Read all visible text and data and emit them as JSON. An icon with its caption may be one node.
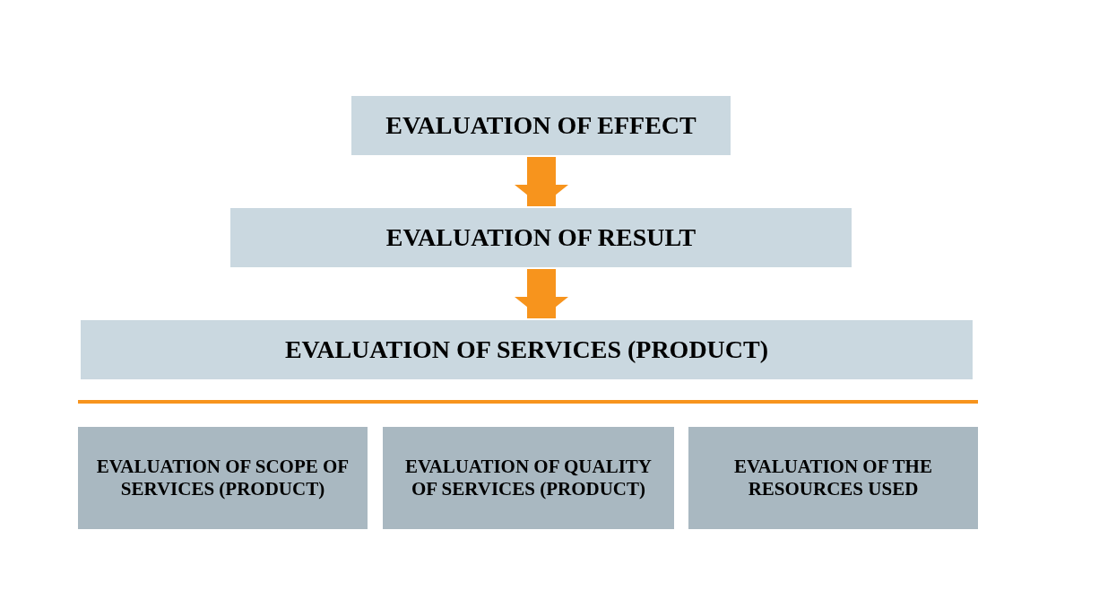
{
  "diagram": {
    "nodes": [
      {
        "text": [
          "EVALUATION OF EFFECT"
        ]
      },
      {
        "text": [
          "EVALUATION OF RESULT"
        ]
      },
      {
        "text": [
          "EVALUATION OF SERVICES (PRODUCT)"
        ]
      },
      {
        "text": [
          "EVALUATION OF SCOPE OF SERVICES (PRODUCT)"
        ]
      },
      {
        "text": [
          "EVALUATION OF QUALITY OF SERVICES (PRODUCT)"
        ]
      },
      {
        "text": [
          "EVALUATION OF THE RESOURCES USED"
        ]
      }
    ],
    "edges": [
      {
        "from": 0,
        "to": 1,
        "arrow": "to"
      },
      {
        "from": 1,
        "to": 2,
        "arrow": "to"
      }
    ]
  }
}
